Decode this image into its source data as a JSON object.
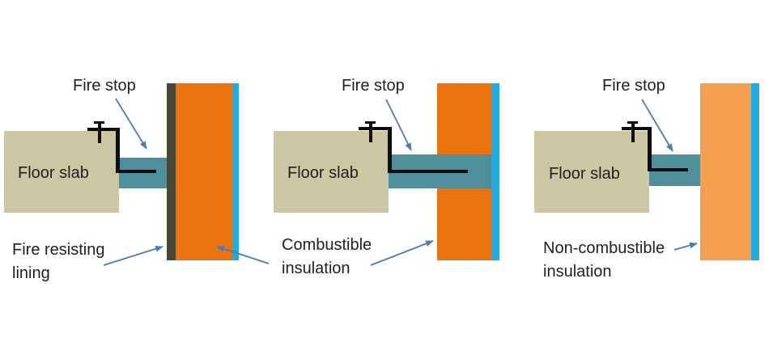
{
  "diagram": {
    "panels": [
      {
        "name": "fire-resisting-lining",
        "fire_stop_label": "Fire stop",
        "floor_slab_label": "Floor slab",
        "caption_lines": [
          "Fire resisting",
          "lining"
        ]
      },
      {
        "name": "combustible-insulation",
        "fire_stop_label": "Fire stop",
        "floor_slab_label": "Floor slab",
        "caption_lines": [
          "Combustible",
          "insulation"
        ]
      },
      {
        "name": "non-combustible-insulation",
        "fire_stop_label": "Fire stop",
        "floor_slab_label": "Floor slab",
        "caption_lines": [
          "Non-combustible",
          "insulation"
        ]
      }
    ]
  },
  "palette": {
    "bg": "#ffffff",
    "slab-tan": "#ccc6a4",
    "fire-stop-teal": "#4f8f9b",
    "insulation-orange": "#e97410",
    "insulation-orange-light": "#f4a04e",
    "cladding-cyan": "#22aae2",
    "lining-olive": "#454733",
    "arrow-blue": "#4c7cb8",
    "line-black": "#0d0d0d",
    "text-dark": "#1f1f1f"
  }
}
